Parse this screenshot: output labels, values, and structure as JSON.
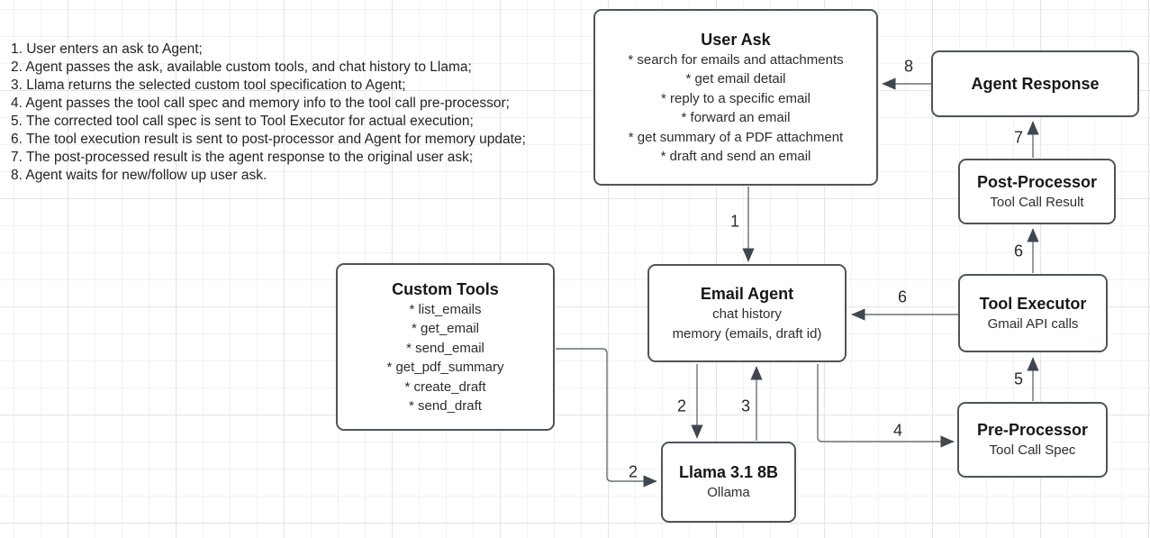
{
  "canvas": {
    "background_color": "#ffffff",
    "grid_minor_color": "#f2f2f2",
    "grid_major_color": "#e4e4e4",
    "node_border_color": "#4d545c",
    "arrow_line_color": "#6b7077",
    "arrowhead_color": "#40464d"
  },
  "steps_list": {
    "items": [
      "1. User enters an ask to Agent;",
      "2. Agent passes the ask, available custom tools, and chat history to Llama;",
      "3. Llama returns the selected custom tool specification to Agent;",
      "4. Agent passes the tool call spec and memory info to the tool call pre-processor;",
      "5. The corrected tool call spec is sent to Tool Executor for actual execution;",
      "6. The tool execution result is sent to post-processor and Agent for memory update;",
      "7. The post-processed result is the agent response to the original user ask;",
      "8. Agent waits for new/follow up user ask."
    ]
  },
  "nodes": {
    "user_ask": {
      "title": "User Ask",
      "items": [
        "* search for emails and attachments",
        "* get email detail",
        "* reply to a specific email",
        "* forward an email",
        "* get summary of a PDF attachment",
        "* draft and send an email"
      ]
    },
    "agent_response": {
      "title": "Agent Response"
    },
    "post_processor": {
      "title": "Post-Processor",
      "subtitle": "Tool Call Result"
    },
    "tool_executor": {
      "title": "Tool Executor",
      "subtitle": "Gmail API calls"
    },
    "pre_processor": {
      "title": "Pre-Processor",
      "subtitle": "Tool Call Spec"
    },
    "custom_tools": {
      "title": "Custom Tools",
      "items": [
        "* list_emails",
        "* get_email",
        "* send_email",
        "* get_pdf_summary",
        "* create_draft",
        "* send_draft"
      ]
    },
    "email_agent": {
      "title": "Email Agent",
      "lines": [
        "chat history",
        "memory (emails, draft id)"
      ]
    },
    "llama": {
      "title": "Llama 3.1 8B",
      "subtitle": "Ollama"
    }
  },
  "arrow_labels": {
    "step1": "1",
    "step2_center": "2",
    "step2_tools": "2",
    "step3": "3",
    "step4": "4",
    "step5": "5",
    "step6_up": "6",
    "step6_left": "6",
    "step7": "7",
    "step8": "8"
  }
}
